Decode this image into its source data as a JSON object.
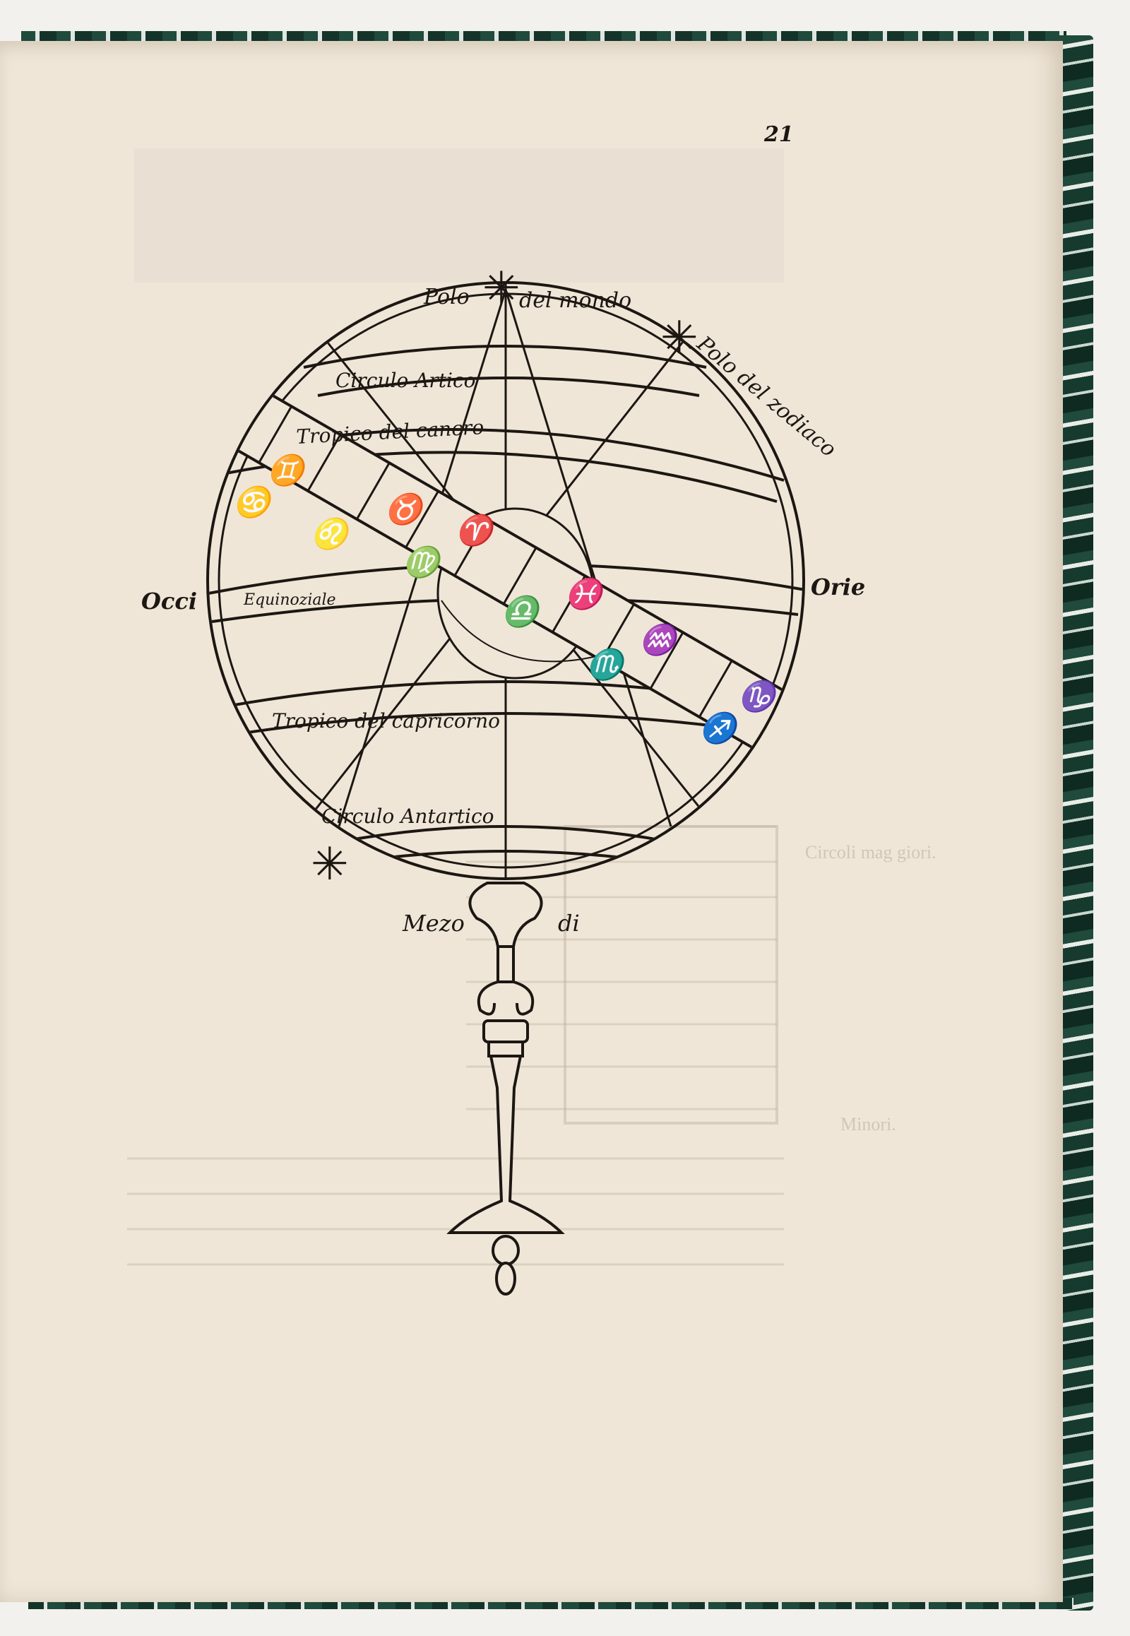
{
  "page": {
    "page_number": "21",
    "margin_notes": [
      "Circoli mag giori.",
      "Minori."
    ]
  },
  "figure": {
    "labels": {
      "pole_world": [
        "Polo",
        "del mondo"
      ],
      "pole_zodiac": "Polo del zodiaco",
      "arctic": "Circulo Artico",
      "tropic_cancer": "Tropico del cancro",
      "west": "Occi",
      "east": "Orie",
      "equinoctial": "Equinoziale",
      "tropic_capricorn": "Tropico del capricorno",
      "antarctic": "Circulo Antartico",
      "south": [
        "Mezo",
        "di"
      ]
    },
    "zodiac_signs": [
      "♊",
      "♋",
      "♉",
      "♌",
      "♈",
      "♍",
      "♓",
      "♎",
      "♒",
      "♏",
      "♑",
      "♐"
    ]
  },
  "colors": {
    "ink": "#1c1712",
    "paper": "#efe6d8",
    "binding": "#1f4a3c"
  }
}
